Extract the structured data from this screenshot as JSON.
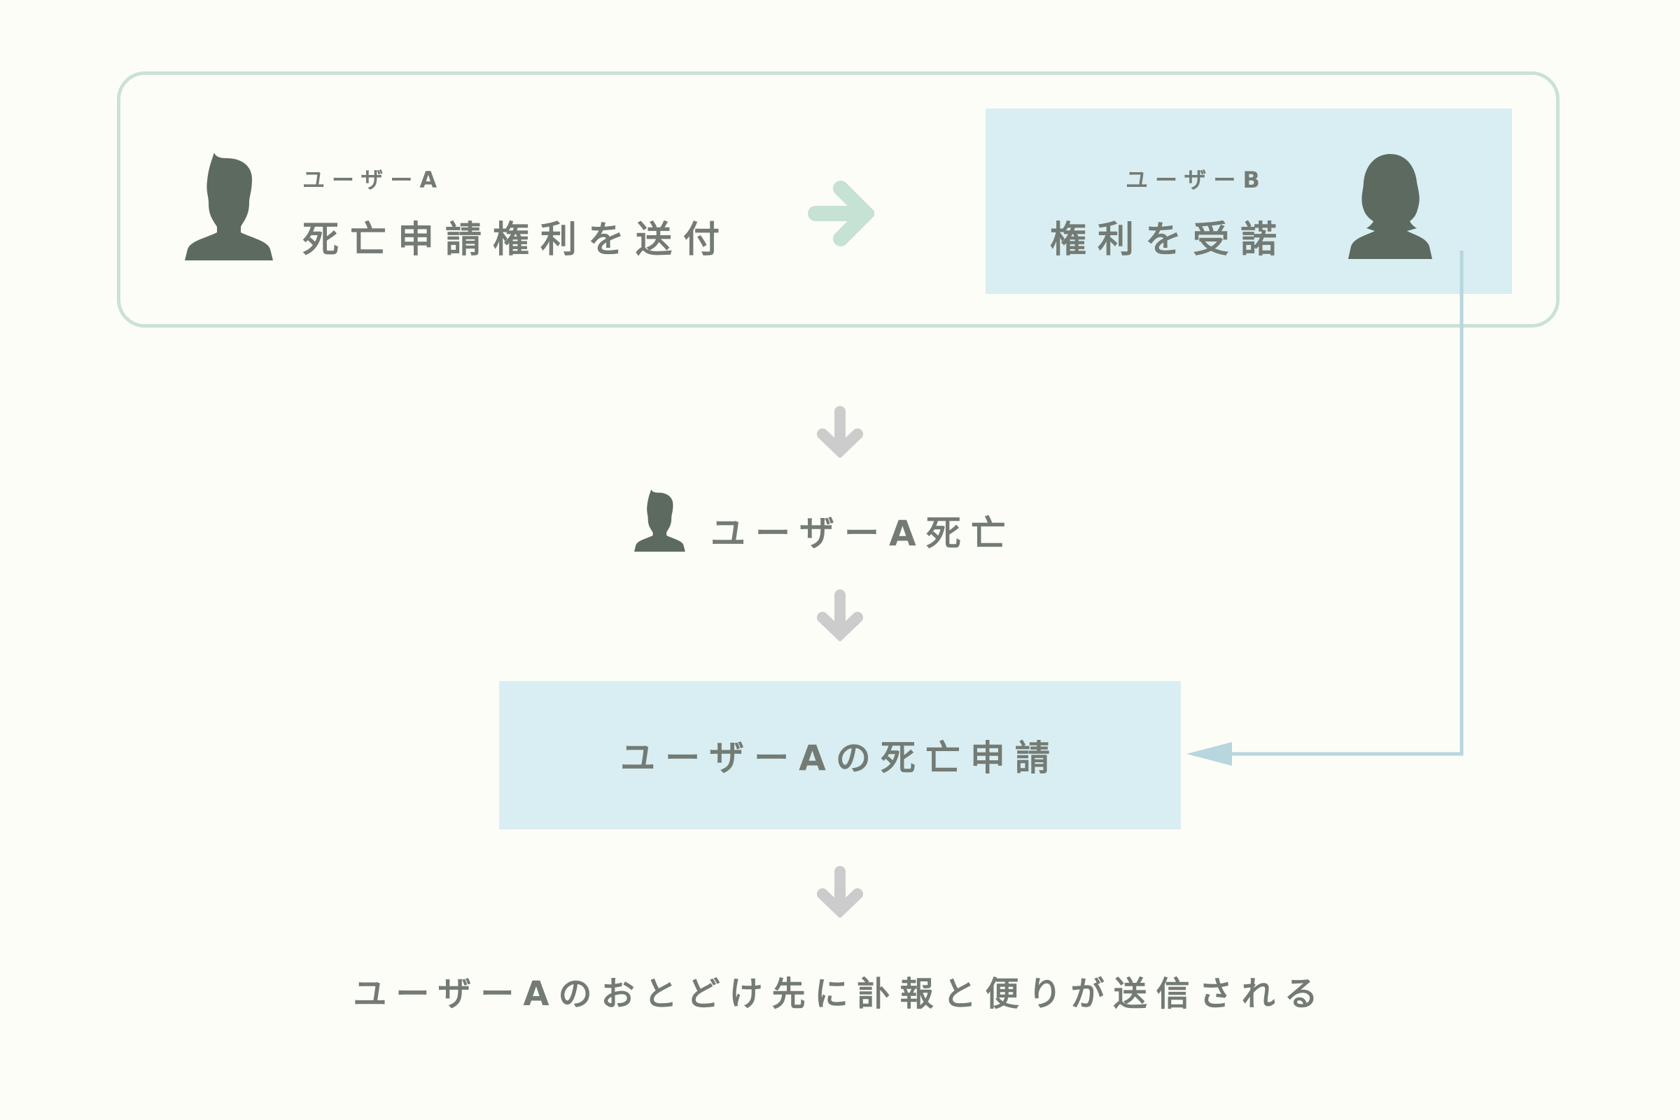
{
  "colors": {
    "background": "#fdfdf8",
    "text": "#737b74",
    "silhouette": "#5d6a60",
    "outer_border": "#c9e2d8",
    "box_fill": "#d9eef2",
    "green_arrow": "#c5e2d5",
    "gray_arrow": "#cccccc",
    "connector": "#b8d6de"
  },
  "step1": {
    "sender": {
      "icon": "male-person-icon",
      "user_label": "ユーザーA",
      "action": "死亡申請権利を送付"
    },
    "arrow_icon": "arrow-right-icon",
    "receiver": {
      "icon": "female-person-icon",
      "user_label": "ユーザーB",
      "action": "権利を受諾"
    }
  },
  "step2": {
    "icon": "male-person-icon",
    "text": "ユーザーA死亡"
  },
  "step3": {
    "text": "ユーザーAの死亡申請"
  },
  "step4": {
    "text": "ユーザーAのおとどけ先に訃報と便りが送信される"
  }
}
